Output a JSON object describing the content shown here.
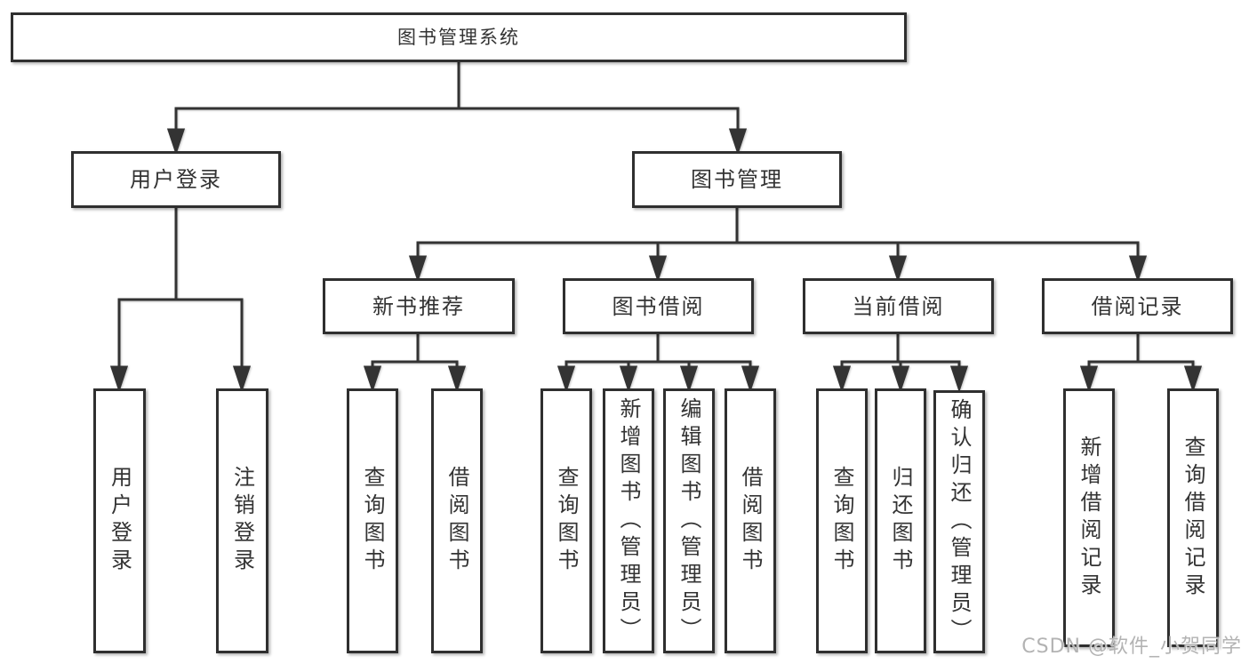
{
  "diagram_title": "图书管理系统",
  "tree": {
    "label": "图书管理系统",
    "children": [
      {
        "label": "用户登录",
        "children": [
          {
            "label": "用户登录"
          },
          {
            "label": "注销登录"
          }
        ]
      },
      {
        "label": "图书管理",
        "children": [
          {
            "label": "新书推荐",
            "children": [
              {
                "label": "查询图书"
              },
              {
                "label": "借阅图书"
              }
            ]
          },
          {
            "label": "图书借阅",
            "children": [
              {
                "label": "查询图书"
              },
              {
                "label": "新增图书（管理员）"
              },
              {
                "label": "编辑图书（管理员）"
              },
              {
                "label": "借阅图书"
              }
            ]
          },
          {
            "label": "当前借阅",
            "children": [
              {
                "label": "查询图书"
              },
              {
                "label": "归还图书"
              },
              {
                "label": "确认归还（管理员）"
              }
            ]
          },
          {
            "label": "借阅记录",
            "children": [
              {
                "label": "新增借阅记录"
              },
              {
                "label": "查询借阅记录"
              }
            ]
          }
        ]
      }
    ]
  },
  "watermark": {
    "text": "CSDN @软件_小贺同学"
  },
  "colors": {
    "line": "#333333",
    "box_border": "#2f2f2f",
    "text": "#333333",
    "background": "#ffffff",
    "watermark": "#b3b3b3"
  }
}
